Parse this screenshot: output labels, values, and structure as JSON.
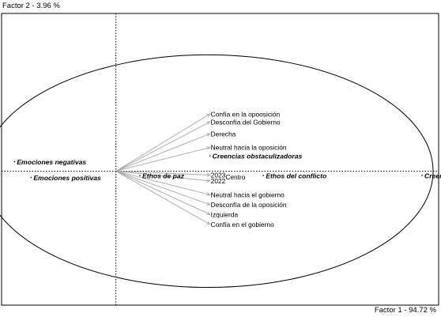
{
  "axes": {
    "x_title": "Factor 1  -  94.72 %",
    "y_title": "Factor 2  -  3.96 %"
  },
  "chart_data": {
    "type": "scatter",
    "title": "",
    "xlabel": "Factor 1  -  94.72 %",
    "ylabel": "Factor 2  -  3.96 %",
    "explained_variance_pct": [
      94.72,
      3.96
    ],
    "xlim": [
      -0.62,
      1.75
    ],
    "ylim": [
      -0.34,
      0.4
    ],
    "grid": false,
    "ellipse": {
      "center": [
        0.5,
        0.0
      ],
      "semi_axes": [
        1.22,
        0.295
      ]
    },
    "active_points": [
      {
        "label": "Emociones negativas",
        "x": -0.55,
        "y": 0.02
      },
      {
        "label": "Emociones positivas",
        "x": -0.46,
        "y": -0.02
      },
      {
        "label": "Ethos de paz",
        "x": 0.13,
        "y": -0.015
      },
      {
        "label": "Creencias obstaculizadoras",
        "x": 0.51,
        "y": 0.035
      },
      {
        "label": "Ethos del conflicto",
        "x": 0.8,
        "y": -0.015
      },
      {
        "label": "Creencias instigadoras",
        "x": 1.66,
        "y": -0.015
      }
    ],
    "supplementary_vectors": [
      {
        "label": "Confía en la opoosición",
        "x": 0.51,
        "y": 0.145
      },
      {
        "label": "Desconfía del Gobierno",
        "x": 0.51,
        "y": 0.125
      },
      {
        "label": "Derecha",
        "x": 0.51,
        "y": 0.095
      },
      {
        "label": "Neutral hacia la oposición",
        "x": 0.51,
        "y": 0.06
      },
      {
        "label": "2023",
        "x": 0.51,
        "y": -0.01
      },
      {
        "label": "Centro",
        "x": 0.59,
        "y": -0.015
      },
      {
        "label": "2022",
        "x": 0.51,
        "y": -0.025
      },
      {
        "label": "Neutral hacia el gobierno",
        "x": 0.51,
        "y": -0.06
      },
      {
        "label": "Desconfía de la oposición",
        "x": 0.51,
        "y": -0.085
      },
      {
        "label": "Izquierda",
        "x": 0.51,
        "y": -0.11
      },
      {
        "label": "Confía en el gobierno",
        "x": 0.51,
        "y": -0.135
      }
    ]
  }
}
